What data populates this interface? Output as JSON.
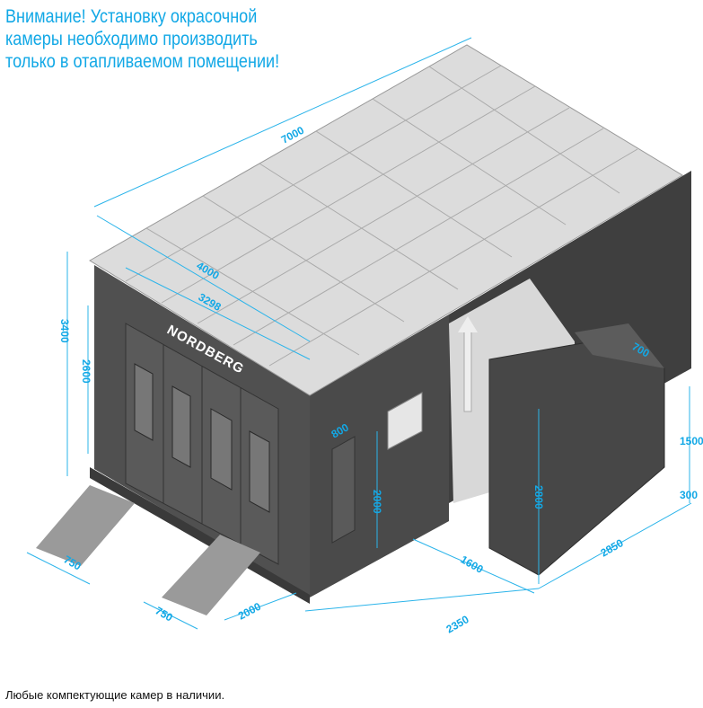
{
  "warning": {
    "lines": [
      "Внимание! Установку окрасочной",
      "камеры необходимо производить",
      "только в отапливаемом помещении!"
    ]
  },
  "booth": {
    "brand": "NORDBERG",
    "dimensions": {
      "length_total": "7000",
      "width_outer": "4000",
      "door_width": "3298",
      "height_total": "3400",
      "door_height": "2600",
      "side_door_width": "800",
      "side_door_height": "2000",
      "duct_width": "700",
      "unit_top_height": "1500",
      "plinth_height": "300",
      "unit_depth": "2850",
      "unit_height": "2800",
      "unit_offset": "1600",
      "unit_length": "2350",
      "ramp_spacing": "2000",
      "ramp_width_1": "750",
      "ramp_width_2": "750"
    }
  },
  "caption": "Любые компектующие камер в наличии."
}
